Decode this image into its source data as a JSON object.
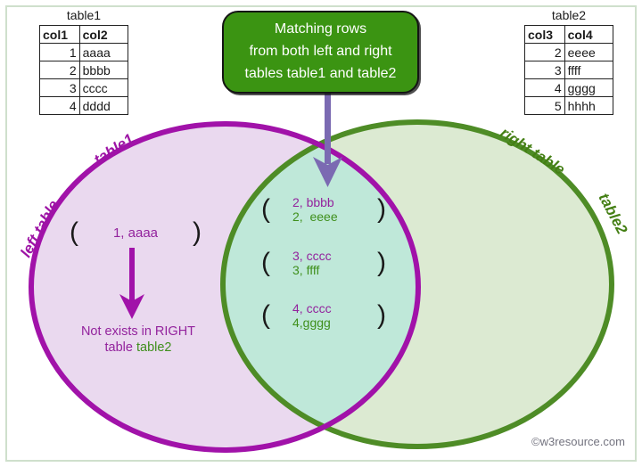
{
  "colors": {
    "frame_border": "#cfe0cc",
    "purple_stroke": "#a112a9",
    "purple_fill": "#ead9ef",
    "green_stroke": "#4e8c26",
    "green_fill": "#dcead2",
    "intersection_fill": "#bfe8d9",
    "callout_fill": "#3b9412",
    "callout_text": "#ffffff",
    "violet_arrow": "#7b6ab2",
    "purple_text": "#93239d",
    "green_text": "#3f8f1c",
    "copyright_text": "#73737f"
  },
  "table1": {
    "title": "table1",
    "headers": [
      "col1",
      "col2"
    ],
    "rows": [
      [
        "1",
        "aaaa"
      ],
      [
        "2",
        "bbbb"
      ],
      [
        "3",
        "cccc"
      ],
      [
        "4",
        "dddd"
      ]
    ]
  },
  "table2": {
    "title": "table2",
    "headers": [
      "col3",
      "col4"
    ],
    "rows": [
      [
        "2",
        "eeee"
      ],
      [
        "3",
        "ffff"
      ],
      [
        "4",
        "gggg"
      ],
      [
        "5",
        "hhhh"
      ]
    ]
  },
  "callout": {
    "line1": "Matching rows",
    "line2": "from both left and right",
    "line3": "tables table1 and table2"
  },
  "venn": {
    "left_top_label": "table1",
    "left_side_label": "left table",
    "right_top_label": "right table",
    "right_side_label": "table2"
  },
  "left_region": {
    "paren_open": "(",
    "tuple": "1, aaaa",
    "paren_close": ")",
    "note_line1": "Not exists in RIGHT",
    "note_word_table": "table ",
    "note_word_table2": "table2"
  },
  "intersection": {
    "pairs": [
      {
        "paren_open": "(",
        "left": "2, bbbb",
        "right": "2,  eeee",
        "paren_close": ")"
      },
      {
        "paren_open": "(",
        "left": "3, cccc",
        "right": "3, ffff",
        "paren_close": ")"
      },
      {
        "paren_open": "(",
        "left": "4, cccc",
        "right": "4,gggg",
        "paren_close": ")"
      }
    ]
  },
  "footer": {
    "copyright": "©w3resource.com"
  }
}
